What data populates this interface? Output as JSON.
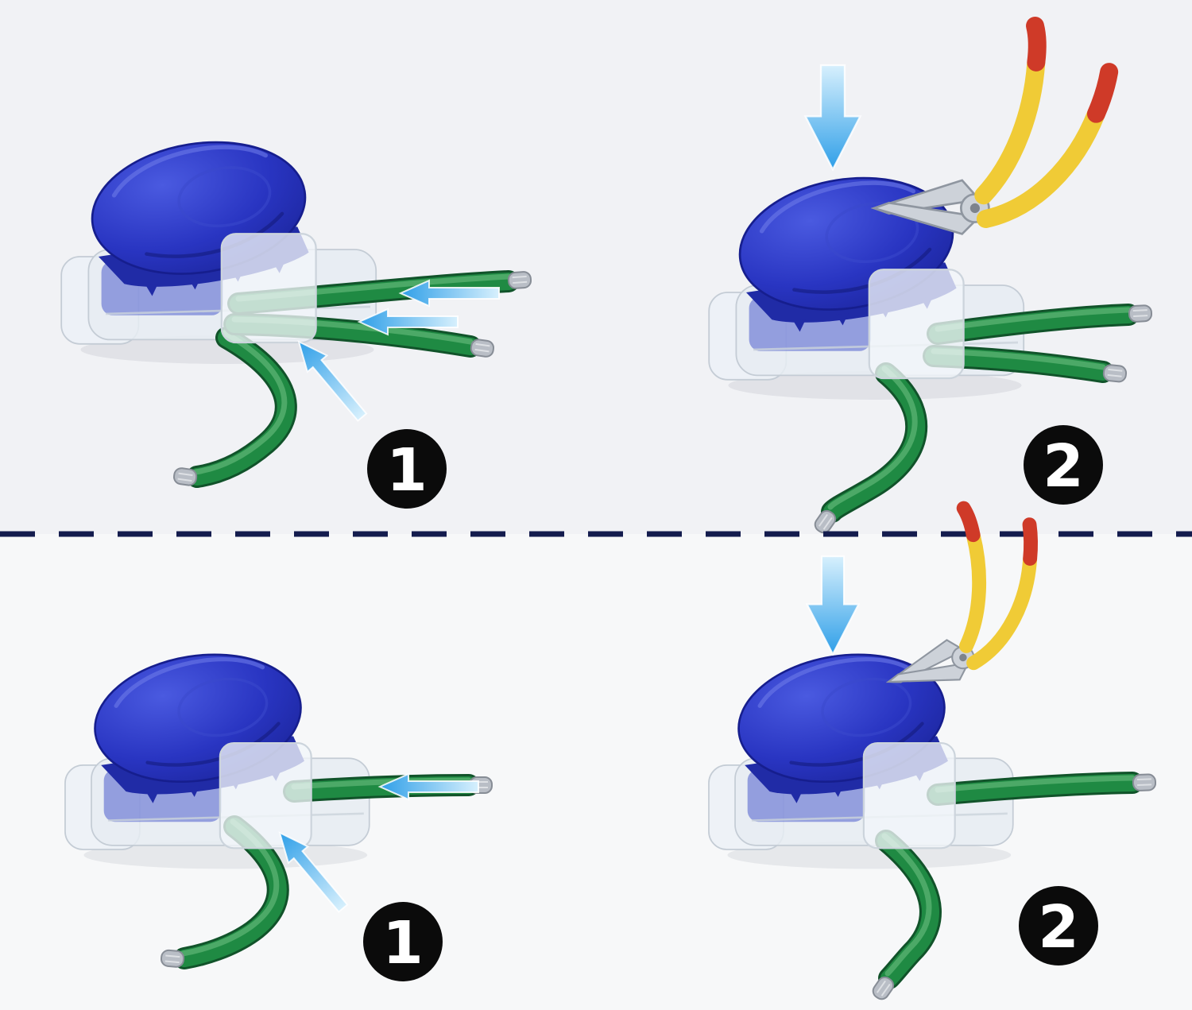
{
  "colors": {
    "background": "#f3f4f6",
    "divider": "#141c4e",
    "cap_blue": "#2733b8",
    "wire_green": "#1f8a43",
    "arrow_blue": "#2f9fe8",
    "pliers_yellow": "#f0cb36",
    "pliers_tip_red": "#cf3a28",
    "badge_black": "#0b0b0b",
    "badge_text_color": "#ffffff"
  },
  "panels": [
    {
      "id": "top-left",
      "step": "1",
      "wire_count": 3
    },
    {
      "id": "top-right",
      "step": "2",
      "wire_count": 3
    },
    {
      "id": "bottom-left",
      "step": "1",
      "wire_count": 2
    },
    {
      "id": "bottom-right",
      "step": "2",
      "wire_count": 2
    }
  ]
}
